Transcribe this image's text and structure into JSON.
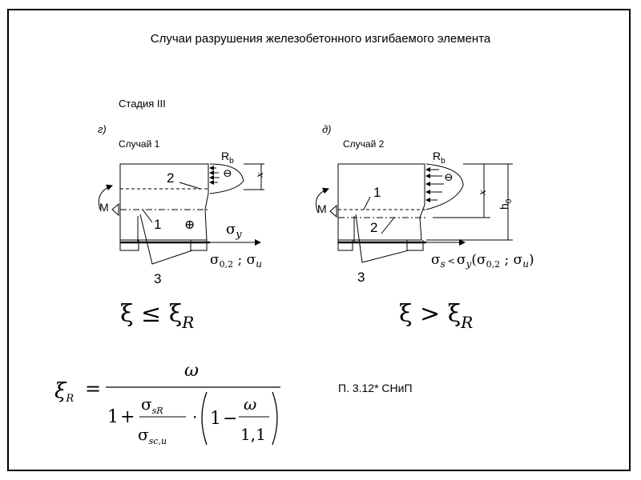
{
  "title": "Случаи разрушения железобетонного изгибаемого элемента",
  "stage": "Стадия III",
  "left": {
    "letter": "г)",
    "case": "Случай 1",
    "rb": "R",
    "rb_sub": "b",
    "x": "x",
    "moment": "M",
    "n1": "1",
    "n2": "2",
    "n3": "3",
    "plus": "⊕",
    "minus": "⊖",
    "sigma_y": "σ",
    "sigma_y_sub": "y",
    "sigma_lim": "σ",
    "sigma_lim_sub1": "0,2",
    "sigma_lim_mid": " ; σ",
    "sigma_lim_sub2": "u",
    "cond": "ξ ≤ ξ",
    "cond_sub": "R"
  },
  "right": {
    "letter": "д)",
    "case": "Случай 2",
    "rb": "R",
    "rb_sub": "b",
    "x": "x",
    "h0": "h",
    "h0_sub": "0",
    "moment": "M",
    "n1": "1",
    "n2": "2",
    "n3": "3",
    "minus": "⊖",
    "sigma_s": "σ",
    "sigma_s_sub": "s",
    "lt": "<",
    "sigma_y": "σ",
    "sigma_y_sub": "y",
    "paren": "(σ",
    "sub1": "0,2",
    "mid": " ; σ",
    "sub2": "u",
    "close": ")",
    "cond": "ξ > ξ",
    "cond_sub": "R"
  },
  "formula": {
    "xi": "ξ",
    "xi_sub": "R",
    "eq": "=",
    "omega": "ω",
    "one": "1",
    "plus": "+",
    "sigma_sr": "σ",
    "sigma_sr_sub": "sR",
    "sigma_sc": "σ",
    "sigma_sc_sub": "sc,u",
    "dot": "·",
    "minus": "−",
    "omega2": "ω",
    "den": "1,1"
  },
  "reference": "П. 3.12* СНиП"
}
